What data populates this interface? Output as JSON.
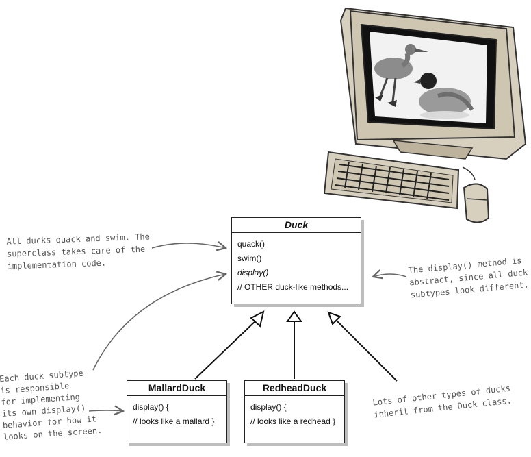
{
  "duck_class": {
    "name": "Duck",
    "methods": [
      "quack()",
      "swim()",
      "display()",
      "// OTHER duck-like methods..."
    ]
  },
  "mallard_class": {
    "name": "MallardDuck",
    "methods": [
      "display() {",
      "// looks like a mallard }"
    ]
  },
  "redhead_class": {
    "name": "RedheadDuck",
    "methods": [
      "display() {",
      "// looks like a redhead }"
    ]
  },
  "notes": {
    "quack_swim": [
      "All ducks quack and swim. The",
      "superclass takes care of the",
      "implementation code."
    ],
    "display_abstract": [
      "The display() method is",
      "abstract, since all duck",
      "subtypes look different."
    ],
    "subtype_responsible": [
      "Each duck subtype",
      "is responsible",
      "for implementing",
      "its own display()",
      "behavior for how it",
      "looks on the screen."
    ],
    "other_types": [
      "Lots of other types of ducks",
      "inherit from the Duck class."
    ]
  }
}
